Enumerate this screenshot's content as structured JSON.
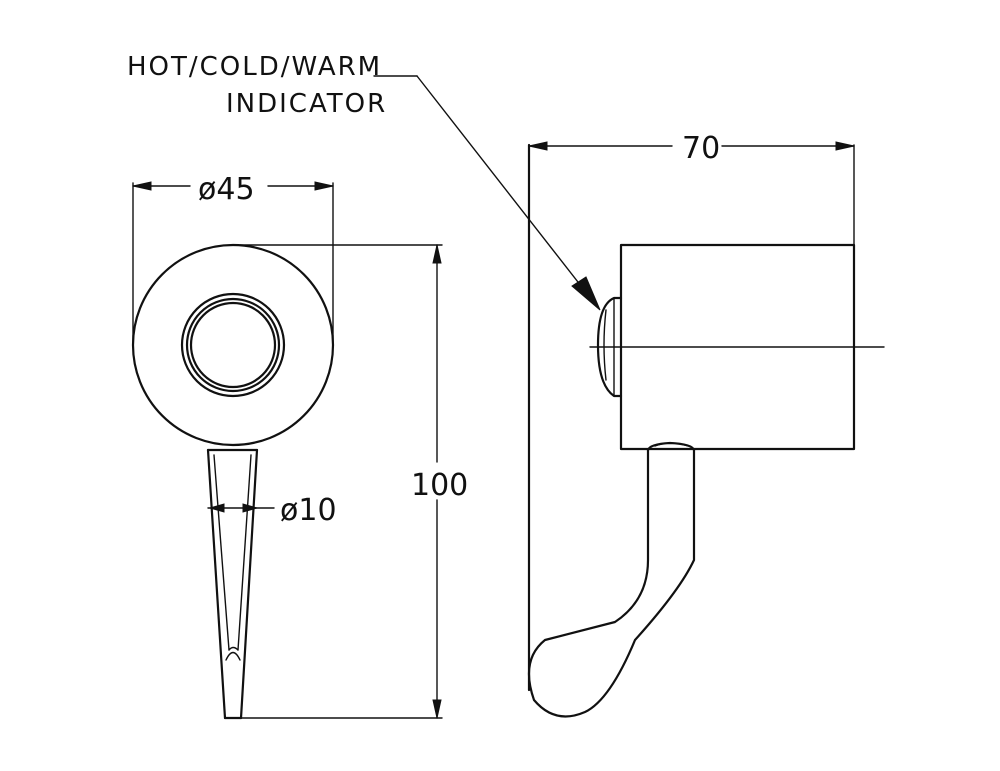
{
  "callout": {
    "line1": "HOT/COLD/WARM",
    "line2": "INDICATOR"
  },
  "dimensions": {
    "width_front": "ø45",
    "lever_diameter": "ø10",
    "height": "100",
    "depth_side": "70"
  },
  "colors": {
    "stroke": "#111111",
    "background": "#ffffff"
  }
}
